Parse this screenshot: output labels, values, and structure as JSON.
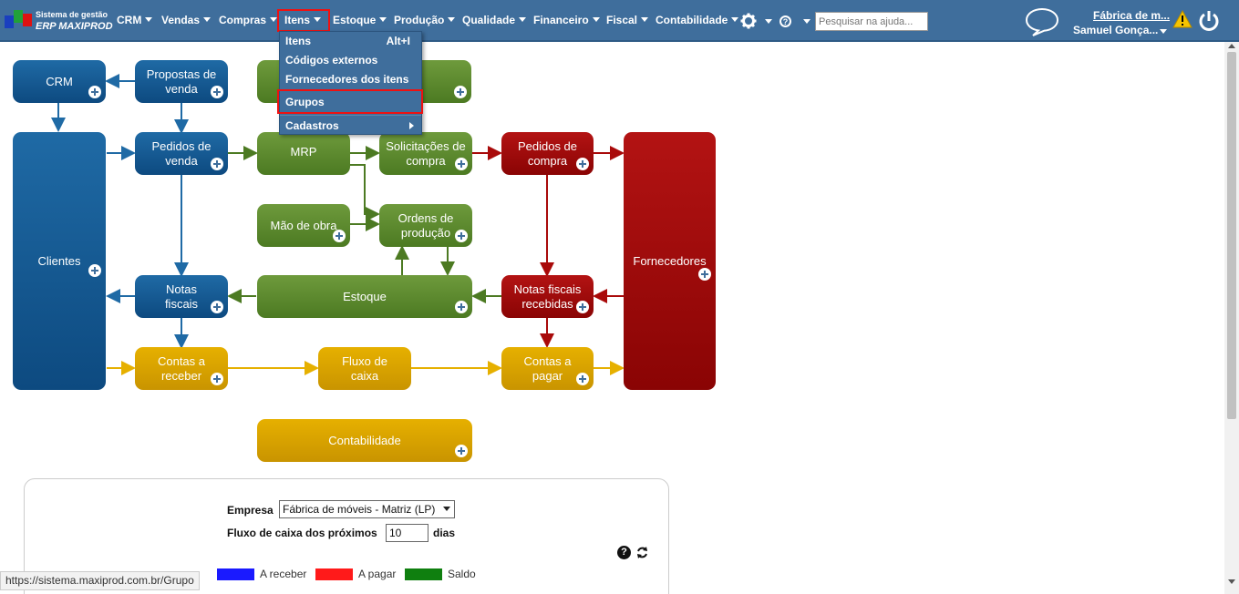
{
  "header": {
    "brand_line1": "Sistema de gestão",
    "brand_line2": "ERP MAXIPROD",
    "menus": [
      "CRM",
      "Vendas",
      "Compras",
      "Itens",
      "Estoque",
      "Produção",
      "Qualidade",
      "Financeiro",
      "Fiscal",
      "Contabilidade"
    ],
    "search_placeholder": "Pesquisar na ajuda...",
    "company": "Fábrica de m...",
    "user": "Samuel Gonça...",
    "icons": [
      "chat-icon",
      "warning-icon",
      "power-icon",
      "gear-icon",
      "help-icon"
    ]
  },
  "dropdown": {
    "items": [
      {
        "label": "Itens",
        "shortcut": "Alt+I"
      },
      {
        "label": "Códigos externos",
        "shortcut": ""
      },
      {
        "label": "Fornecedores dos itens",
        "shortcut": ""
      },
      {
        "label": "Grupos",
        "shortcut": ""
      },
      {
        "label": "Cadastros",
        "shortcut": ""
      }
    ]
  },
  "flow": {
    "crm": "CRM",
    "propostas": "Propostas de venda",
    "pedidos_venda": "Pedidos de venda",
    "clientes": "Clientes",
    "notas_fiscais": "Notas fiscais",
    "contas_receber": "Contas a receber",
    "mrp": "MRP",
    "mao_obra": "Mão de obra",
    "ordens": "Ordens de produção",
    "solicitacoes": "Solicitações de compra",
    "estoque": "Estoque",
    "fluxo_caixa": "Fluxo de caixa",
    "contabilidade": "Contabilidade",
    "pedidos_compra": "Pedidos de compra",
    "notas_recebidas": "Notas fiscais recebidas",
    "contas_pagar": "Contas a pagar",
    "fornecedores": "Fornecedores"
  },
  "cashflow": {
    "empresa_label": "Empresa",
    "empresa_value": "Fábrica de móveis - Matriz (LP)",
    "fluxo_label": "Fluxo de caixa dos próximos",
    "days_value": "10",
    "days_unit": "dias",
    "legend": [
      {
        "label": "A receber",
        "color": "#1a1aff"
      },
      {
        "label": "A pagar",
        "color": "#ff1a1a"
      },
      {
        "label": "Saldo",
        "color": "#0f7f0f"
      }
    ]
  },
  "status_url": "https://sistema.maxiprod.com.br/Grupo"
}
